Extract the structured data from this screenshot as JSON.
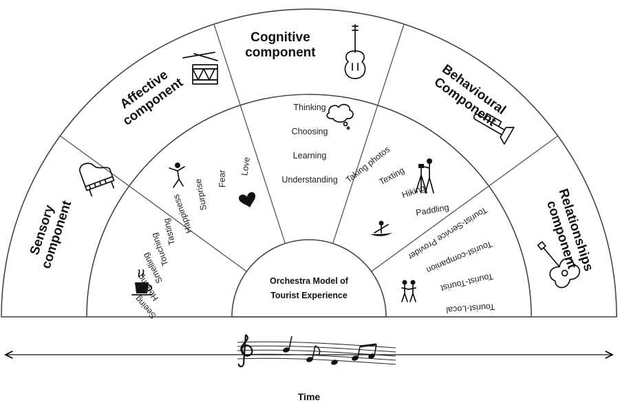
{
  "center": {
    "line1": "Orchestra Model of",
    "line2": "Tourist Experience"
  },
  "components": [
    {
      "title_lines": [
        "Sensory",
        "component"
      ],
      "icon": "piano-icon",
      "items": [
        "Seeing",
        "Hearing",
        "Smelling",
        "Touching",
        "Tasting"
      ],
      "item_icon": "coffee-cup-icon"
    },
    {
      "title_lines": [
        "Affective",
        "component"
      ],
      "icon": "drum-icon",
      "items": [
        "Happiness",
        "Surprise",
        "Fear",
        "Love"
      ],
      "item_icon": "heart-icon",
      "item_icon2": "jumping-person-icon"
    },
    {
      "title_lines": [
        "Cognitive",
        "component"
      ],
      "icon": "violin-icon",
      "items": [
        "Thinking",
        "Choosing",
        "Learning",
        "Understanding"
      ],
      "item_icon": "thought-cloud-icon"
    },
    {
      "title_lines": [
        "Behavioural",
        "Component"
      ],
      "icon": "trombone-icon",
      "items": [
        "Taking photos",
        "Texting",
        "Hiking",
        "Paddling"
      ],
      "item_icon": "photographer-icon",
      "item_icon2": "kayak-icon"
    },
    {
      "title_lines": [
        "Relationships",
        "component"
      ],
      "icon": "guitar-icon",
      "items": [
        "Tourist-Service Provider",
        "Tourist-companion",
        "Tourist-Tourist",
        "Tourist-Local"
      ],
      "item_icon": "people-icon"
    }
  ],
  "timeline": {
    "label": "Time",
    "decoration": "music-staff-icon"
  }
}
